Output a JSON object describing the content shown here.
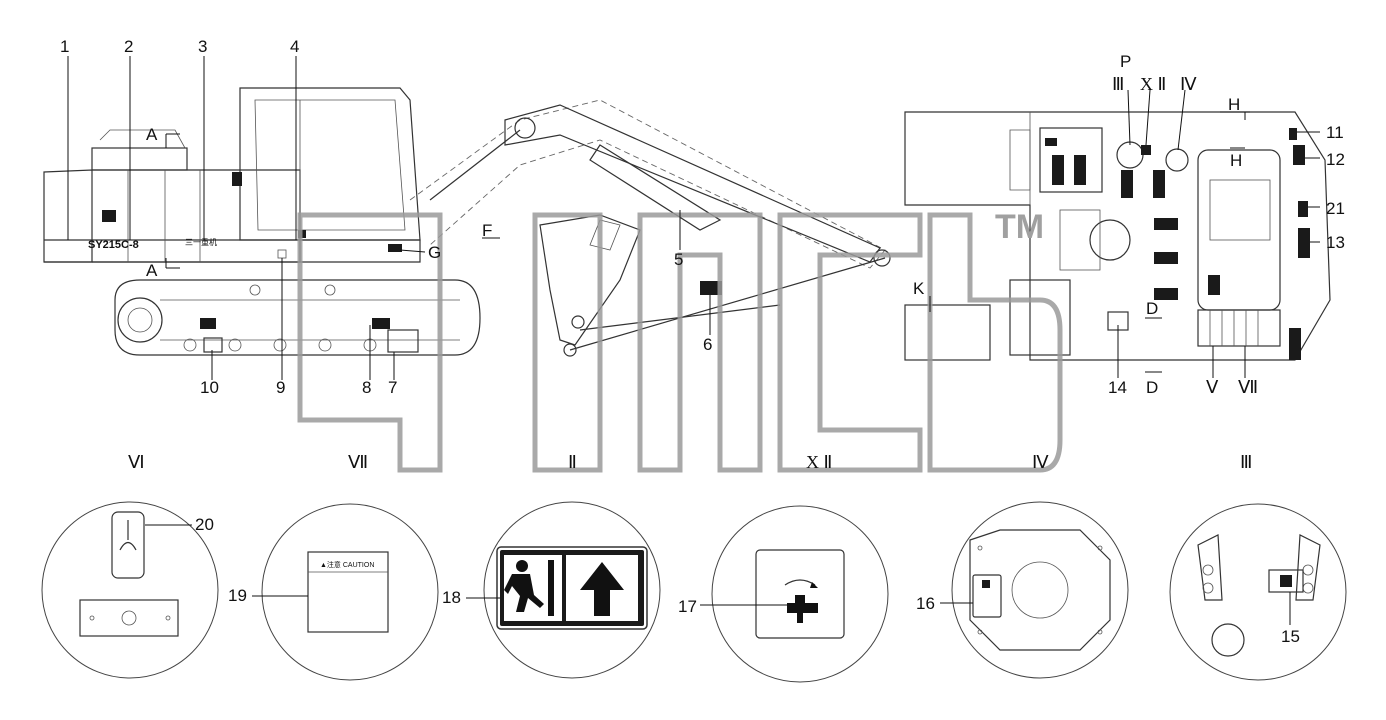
{
  "labels": {
    "num_1": "1",
    "num_2": "2",
    "num_3": "3",
    "num_4": "4",
    "num_5": "5",
    "num_6": "6",
    "num_7": "7",
    "num_8": "8",
    "num_9": "9",
    "num_10": "10",
    "num_11": "11",
    "num_12": "12",
    "num_13": "13",
    "num_14": "14",
    "num_15": "15",
    "num_16": "16",
    "num_17": "17",
    "num_18": "18",
    "num_19": "19",
    "num_20": "20",
    "num_21": "21"
  },
  "letters": {
    "A_top": "A",
    "A_bottom": "A",
    "F": "F",
    "G": "G",
    "H_top": "H",
    "H_bottom": "H",
    "K": "K",
    "D_top": "D",
    "D_bottom": "D",
    "P": "P"
  },
  "romans": {
    "top_III": "Ⅲ",
    "top_XII": "X Ⅱ",
    "top_IV": "Ⅳ",
    "right_V": "Ⅴ",
    "right_VII": "Ⅶ",
    "row_VI": "Ⅵ",
    "row_VII": "Ⅶ",
    "row_II": "Ⅱ",
    "row_XII": "X Ⅱ",
    "row_IV": "Ⅳ",
    "row_III": "Ⅲ"
  },
  "decal_text": {
    "model": "SY215C-8",
    "brand_small": "三一重机",
    "warning_header": "▲注意 CAUTION"
  },
  "watermark": {
    "text": "TM"
  }
}
